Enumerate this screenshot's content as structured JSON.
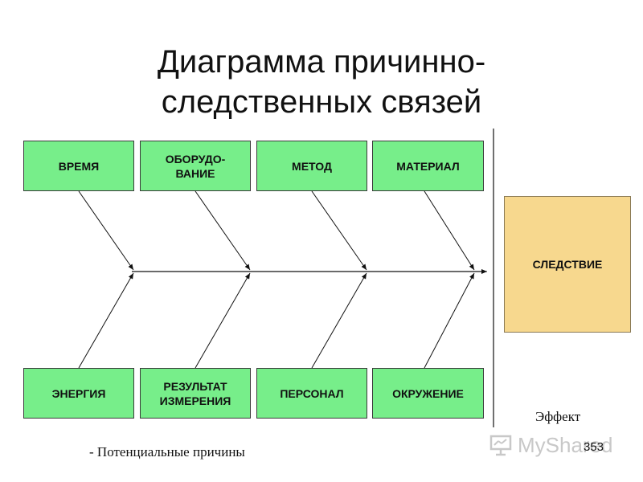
{
  "title": {
    "line1": "Диаграмма причинно-",
    "line2": "следственных связей"
  },
  "causes_top": [
    {
      "label": "ВРЕМЯ"
    },
    {
      "label": "ОБОРУДО-\nВАНИЕ"
    },
    {
      "label": "МЕТОД"
    },
    {
      "label": "МАТЕРИАЛ"
    }
  ],
  "causes_bottom": [
    {
      "label": "ЭНЕРГИЯ"
    },
    {
      "label": "РЕЗУЛЬТАТ\nИЗМЕРЕНИЯ"
    },
    {
      "label": "ПЕРСОНАЛ"
    },
    {
      "label": "ОКРУЖЕНИЕ"
    }
  ],
  "effect": {
    "label": "СЛЕДСТВИЕ"
  },
  "effect_caption": "Эффект",
  "causes_caption": "- Потенциальные причины",
  "watermark": "MyShared",
  "page_number": "353",
  "colors": {
    "cause_fill": "#77ee8a",
    "effect_fill": "#f7d88e",
    "line": "#111111"
  }
}
